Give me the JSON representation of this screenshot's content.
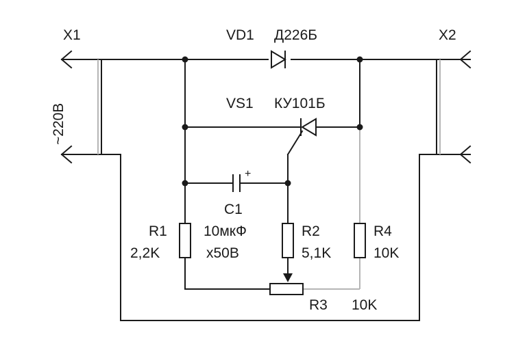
{
  "connectors": {
    "x1": "X1",
    "x2": "X2"
  },
  "supply_voltage": "~220В",
  "diode": {
    "ref": "VD1",
    "part": "Д226Б"
  },
  "thyristor": {
    "ref": "VS1",
    "part": "КУ101Б"
  },
  "capacitor": {
    "ref": "C1",
    "value": "10мкФ",
    "voltage": "x50В",
    "polarity": "+"
  },
  "resistors": {
    "r1": {
      "ref": "R1",
      "value": "2,2K"
    },
    "r2": {
      "ref": "R2",
      "value": "5,1K"
    },
    "r3": {
      "ref": "R3",
      "value": "10K"
    },
    "r4": {
      "ref": "R4",
      "value": "10K"
    }
  }
}
